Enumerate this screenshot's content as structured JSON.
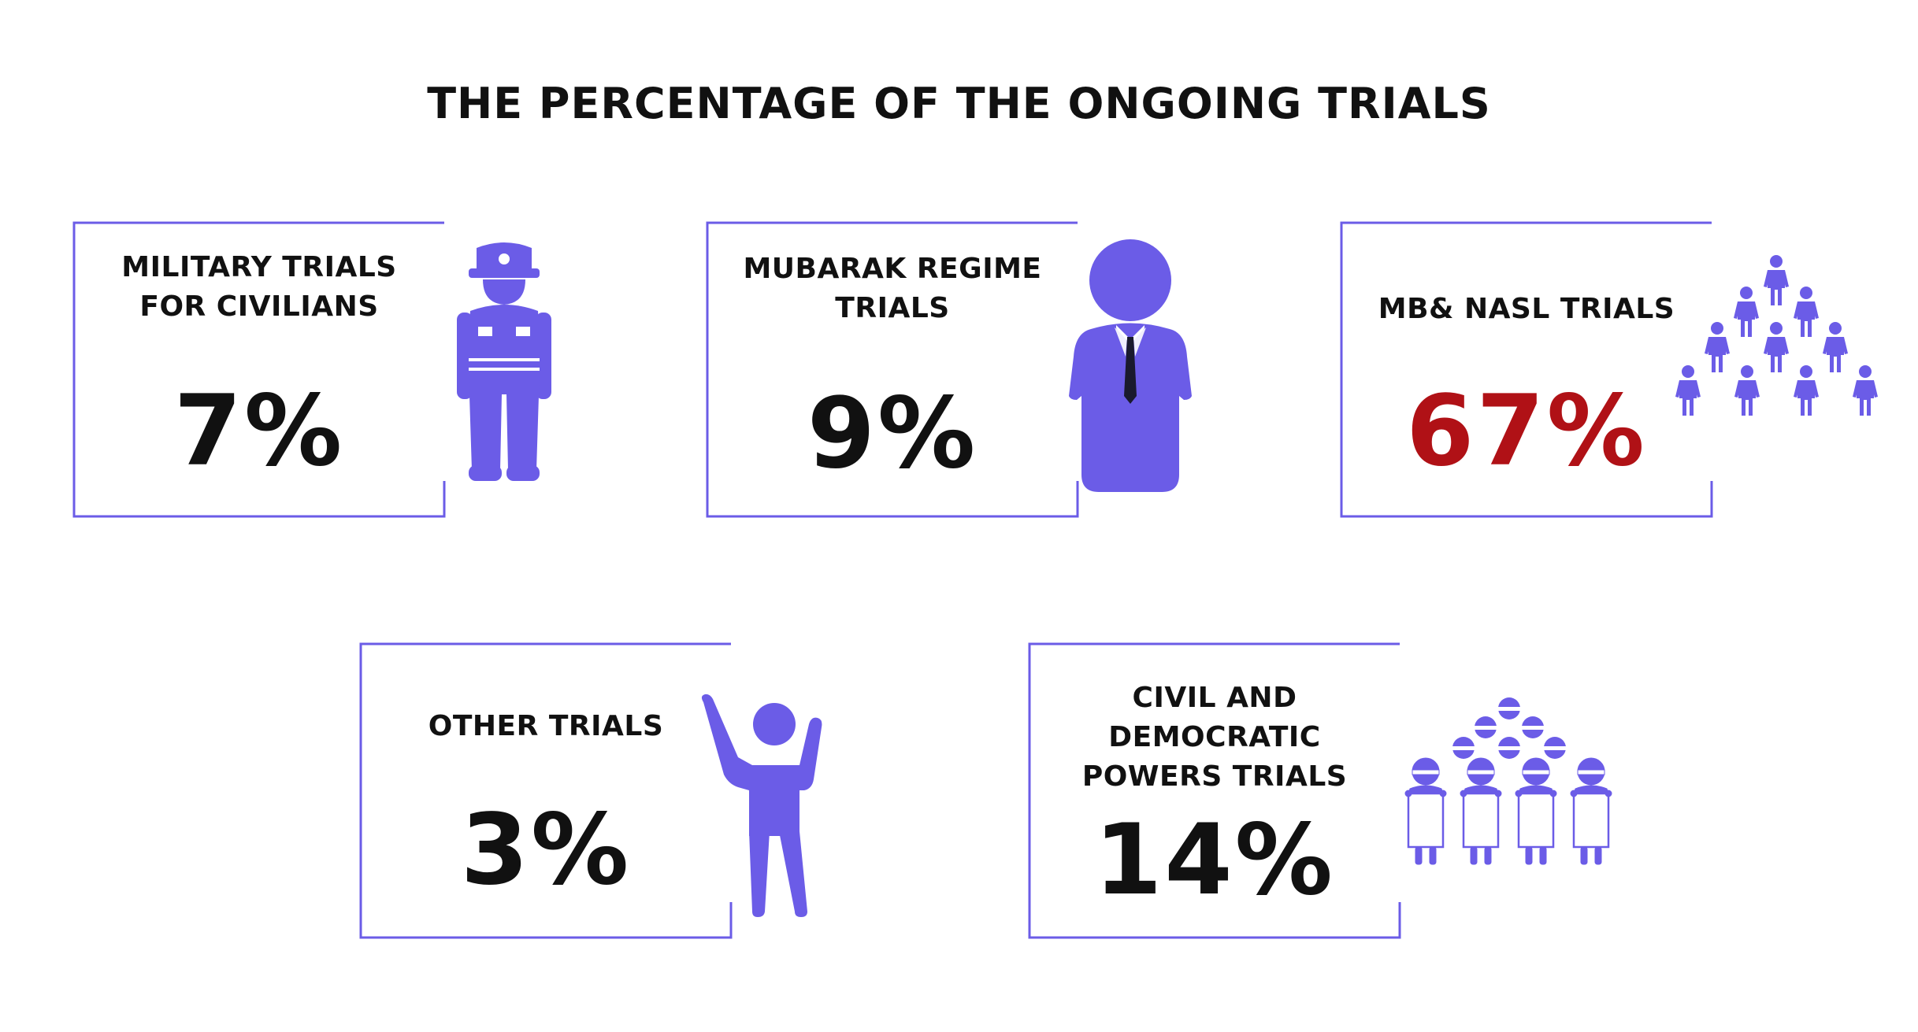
{
  "title": "THE PERCENTAGE OF THE ONGOING TRIALS",
  "colors": {
    "accent": "#6b5ce7",
    "highlight": "#b01116",
    "text": "#111111"
  },
  "cards": [
    {
      "label_line1": "MILITARY TRIALS",
      "label_line2": "FOR CIVILIANS",
      "percent": "7%",
      "icon": "soldier-icon"
    },
    {
      "label_line1": "MUBARAK REGIME",
      "label_line2": "TRIALS",
      "percent": "9%",
      "icon": "businessman-icon"
    },
    {
      "label_line1": "MB& NASL TRIALS",
      "label_line2": "",
      "percent": "67%",
      "icon": "crowd-icon",
      "highlight": true
    },
    {
      "label_line1": "OTHER TRIALS",
      "label_line2": "",
      "percent": "3%",
      "icon": "waving-person-icon"
    },
    {
      "label_line1": "CIVIL AND DEMOCRATIC",
      "label_line2": "POWERS TRIALS",
      "percent": "14%",
      "icon": "protesters-icon"
    }
  ]
}
